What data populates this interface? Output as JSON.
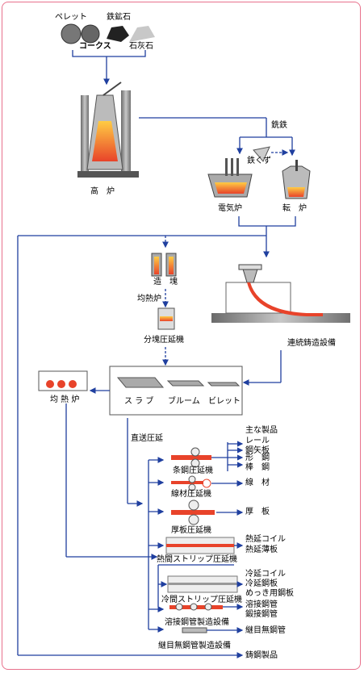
{
  "materials": {
    "pellet": "ペレット",
    "iron_ore": "鉄鉱石",
    "coke": "コークス",
    "limestone": "石灰石"
  },
  "processes": {
    "blast_furnace": "高　炉",
    "pig_iron": "銑鉄",
    "scrap": "鉄くず",
    "electric_furnace": "電気炉",
    "converter": "転　炉",
    "ingot_making": "造　塊",
    "soaking_pit_top": "均熱炉",
    "blooming_mill": "分塊圧延機",
    "continuous_casting": "連続鋳造設備",
    "soaking_pit_left": "均 熱 炉",
    "slab": "ス ラ ブ",
    "bloom": "ブルーム",
    "billet": "ビレット",
    "direct_rolling": "直送圧延"
  },
  "mills": {
    "bar_shape_mill": "条鋼圧延機",
    "wire_rod_mill": "線材圧延機",
    "plate_mill": "厚板圧延機",
    "hot_strip_mill": "熱間ストリップ圧延機",
    "cold_strip_mill": "冷間ストリップ圧延機",
    "welded_pipe_mill": "溶接鋼管製造設備",
    "seamless_pipe_mill": "継目無鋼管製造設備"
  },
  "products": {
    "main_products": "主な製品",
    "rail": "レール",
    "sheet_pile": "鋼矢板",
    "shapes": "形　鋼",
    "bars": "棒　鋼",
    "wire_rod": "線　材",
    "plate": "厚　板",
    "hot_coil": "熱延コイル",
    "hot_sheet": "熱延薄板",
    "cold_coil": "冷延コイル",
    "cold_sheet": "冷延鋼板",
    "coated_sheet": "めっき用鋼板",
    "welded_pipe": "溶接鋼管",
    "forge_welded_pipe": "鍛接鋼管",
    "seamless_pipe": "継目無鋼管",
    "castings": "鋳鋼製品"
  },
  "colors": {
    "flow_line": "#1f3f9f",
    "frame": "#e8718c",
    "molten": "#e8432a",
    "steel_gray": "#8c8c8c"
  }
}
